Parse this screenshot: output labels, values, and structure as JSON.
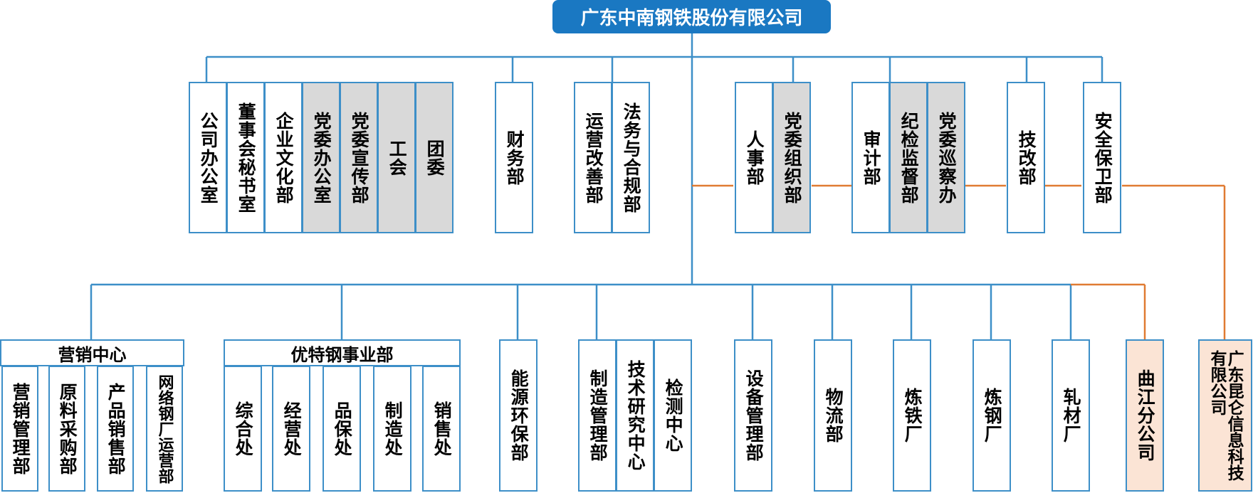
{
  "root": {
    "label": "广东中南钢铁股份有限公司"
  },
  "top_row": [
    {
      "label": "公司办公室",
      "style": "white"
    },
    {
      "label": "董事会秘书室",
      "style": "white"
    },
    {
      "label": "企业文化部",
      "style": "white"
    },
    {
      "label": "党委办公室",
      "style": "gray"
    },
    {
      "label": "党委宣传部",
      "style": "gray"
    },
    {
      "label": "工会",
      "style": "gray"
    },
    {
      "label": "团委",
      "style": "gray"
    },
    {
      "label": "财务部",
      "style": "white"
    },
    {
      "label": "运营改善部",
      "style": "white"
    },
    {
      "label": "法务与合规部",
      "style": "white"
    },
    {
      "label": "人事部",
      "style": "white"
    },
    {
      "label": "党委组织部",
      "style": "gray"
    },
    {
      "label": "审计部",
      "style": "white"
    },
    {
      "label": "纪检监督部",
      "style": "gray"
    },
    {
      "label": "党委巡察办",
      "style": "gray"
    },
    {
      "label": "技改部",
      "style": "white"
    },
    {
      "label": "安全保卫部",
      "style": "white"
    }
  ],
  "marketing_center": {
    "label": "营销中心",
    "children": [
      "营销管理部",
      "原料采购部",
      "产品销售部",
      "网络钢厂运营部"
    ]
  },
  "special_steel": {
    "label": "优特钢事业部",
    "children": [
      "综合处",
      "经营处",
      "品保处",
      "制造处",
      "销售处"
    ]
  },
  "bottom_row": [
    {
      "label": "能源环保部",
      "style": "white"
    },
    {
      "label": "制造管理部",
      "style": "white"
    },
    {
      "label": "技术研究中心",
      "style": "white"
    },
    {
      "label": "检测中心",
      "style": "white"
    },
    {
      "label": "设备管理部",
      "style": "white"
    },
    {
      "label": "物流部",
      "style": "white"
    },
    {
      "label": "炼铁厂",
      "style": "white"
    },
    {
      "label": "炼钢厂",
      "style": "white"
    },
    {
      "label": "轧材厂",
      "style": "white"
    },
    {
      "label": "曲江分公司",
      "style": "peach"
    },
    {
      "label": "广东昆仑信息科技有限公司",
      "style": "peach"
    }
  ],
  "colors": {
    "blue_line": "#3d8fc8",
    "orange_line": "#e07b32",
    "gray_fill": "#d9d9d9",
    "peach_fill": "#fbe4d5",
    "title_fill": "#1a78c2"
  }
}
